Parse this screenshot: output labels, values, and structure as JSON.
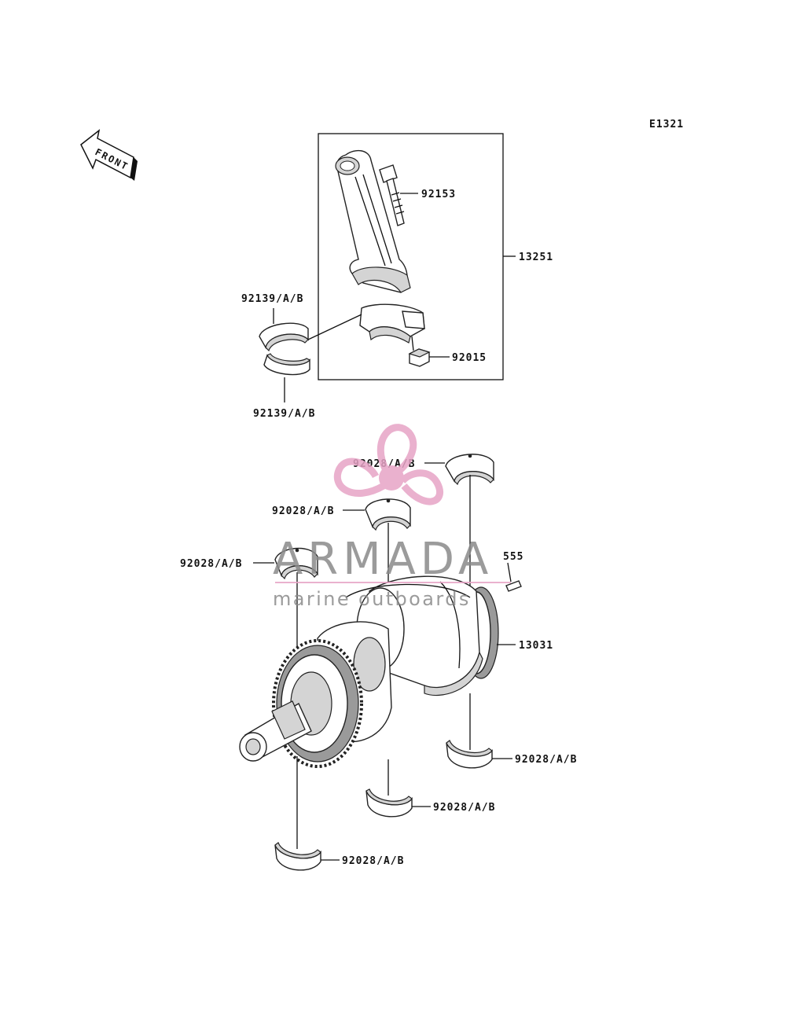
{
  "diagram_code": "E1321",
  "front_label": "FRONT",
  "watermark": {
    "brand": "ARMADA",
    "tagline": "marine outboards",
    "color": "#e7a4c6",
    "text_color": "#8a8a8a"
  },
  "assembly_box_label": "13251",
  "parts": {
    "bolt": "92153",
    "nut": "92015",
    "conrod_bearing_upper": "92139/A/B",
    "conrod_bearing_lower": "92139/A/B",
    "main_bearing_upper_1": "92028/A/B",
    "main_bearing_upper_2": "92028/A/B",
    "main_bearing_upper_3": "92028/A/B",
    "pin": "555",
    "crankshaft": "13031",
    "main_bearing_lower_1": "92028/A/B",
    "main_bearing_lower_2": "92028/A/B",
    "main_bearing_lower_3": "92028/A/B"
  }
}
